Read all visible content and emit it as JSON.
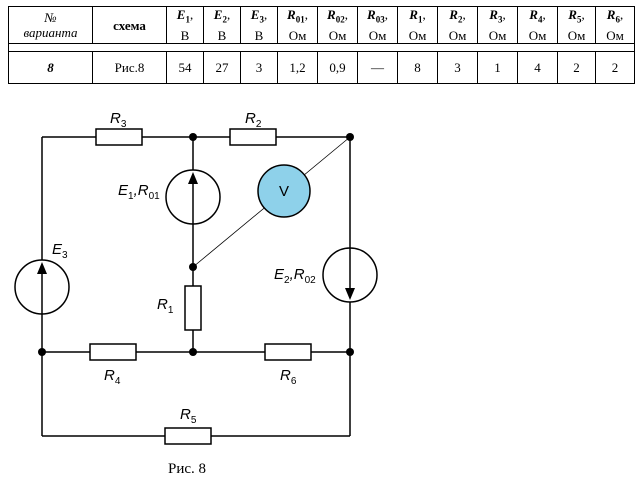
{
  "table": {
    "headers": {
      "variant": [
        "№",
        "варианта"
      ],
      "scheme": "схема",
      "quantities": [
        {
          "sym": "E",
          "sub": "1",
          "unit": "В"
        },
        {
          "sym": "E",
          "sub": "2",
          "unit": "В"
        },
        {
          "sym": "E",
          "sub": "3",
          "unit": "В"
        },
        {
          "sym": "R",
          "sub": "01",
          "unit": "Ом"
        },
        {
          "sym": "R",
          "sub": "02",
          "unit": "Ом"
        },
        {
          "sym": "R",
          "sub": "03",
          "unit": "Ом"
        },
        {
          "sym": "R",
          "sub": "1",
          "unit": "Ом"
        },
        {
          "sym": "R",
          "sub": "2",
          "unit": "Ом"
        },
        {
          "sym": "R",
          "sub": "3",
          "unit": "Ом"
        },
        {
          "sym": "R",
          "sub": "4",
          "unit": "Ом"
        },
        {
          "sym": "R",
          "sub": "5",
          "unit": "Ом"
        },
        {
          "sym": "R",
          "sub": "6",
          "unit": "Ом"
        }
      ]
    },
    "row": {
      "variant": "8",
      "scheme": "Рис.8",
      "values": [
        "54",
        "27",
        "3",
        "1,2",
        "0,9",
        "—",
        "8",
        "3",
        "1",
        "4",
        "2",
        "2"
      ]
    }
  },
  "circuit": {
    "labels": {
      "R3": {
        "main": "R",
        "sub": "3"
      },
      "R2": {
        "main": "R",
        "sub": "2"
      },
      "E1R01": {
        "main1": "E",
        "sub1": "1",
        "sep": ",",
        "main2": "R",
        "sub2": "01"
      },
      "voltmeter": "V",
      "E3": {
        "main": "E",
        "sub": "3"
      },
      "R1": {
        "main": "R",
        "sub": "1"
      },
      "E2R02": {
        "main1": "E",
        "sub1": "2",
        "sep": ",",
        "main2": "R",
        "sub2": "02"
      },
      "R4": {
        "main": "R",
        "sub": "4"
      },
      "R6": {
        "main": "R",
        "sub": "6"
      },
      "R5": {
        "main": "R",
        "sub": "5"
      }
    }
  },
  "caption": "Рис. 8"
}
